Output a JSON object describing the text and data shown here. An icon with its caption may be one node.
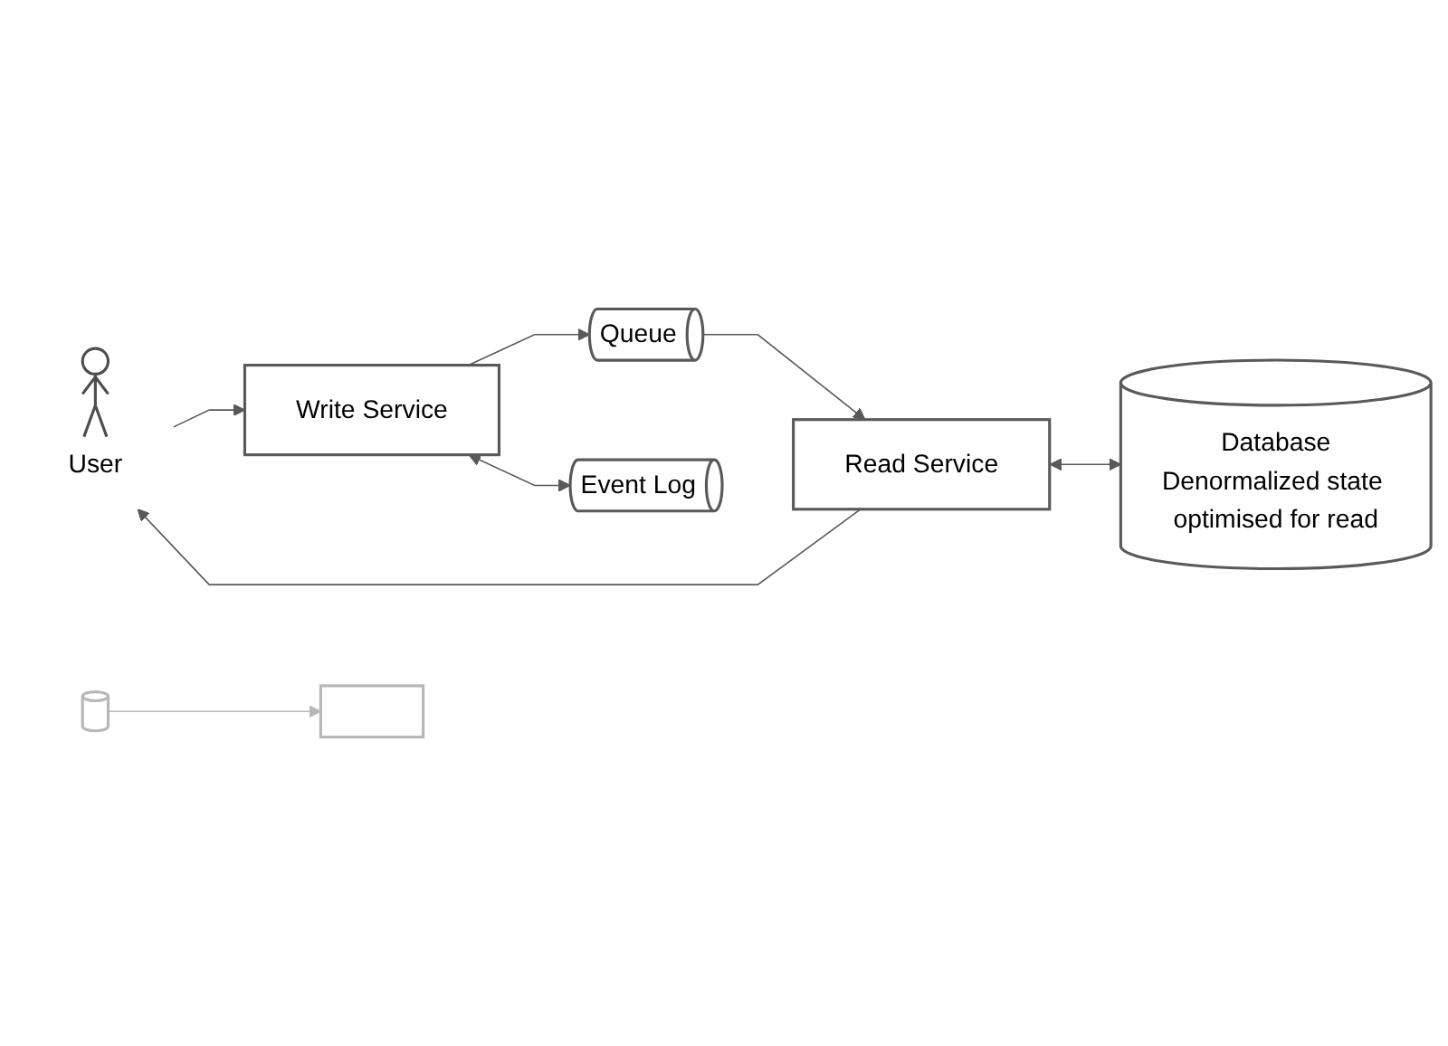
{
  "diagram": {
    "nodes": [
      {
        "text": [
          "User"
        ]
      },
      {
        "text": [
          "Write Service"
        ]
      },
      {
        "text": [
          "Queue"
        ]
      },
      {
        "text": [
          "Read Service"
        ]
      },
      {
        "text": [],
        "shape": "box"
      },
      {
        "text": [
          "Event Log"
        ]
      },
      {
        "text": [
          "Database",
          "Denormalized state optimised for read"
        ]
      },
      {
        "text": [],
        "shape": "cylinder"
      }
    ],
    "edges": [
      {
        "from": 0,
        "to": 1,
        "arrow": "to"
      },
      {
        "from": 3,
        "to": 0,
        "arrow": "to"
      },
      {
        "from": 1,
        "to": 2,
        "arrow": "to"
      },
      {
        "from": 2,
        "to": 3,
        "arrow": "to"
      },
      {
        "from": 1,
        "to": 5,
        "arrow": "both"
      },
      {
        "from": 3,
        "to": 6,
        "arrow": "both"
      },
      {
        "from": 7,
        "to": 4,
        "arrow": "to",
        "color": "#b7b7b7"
      }
    ]
  }
}
